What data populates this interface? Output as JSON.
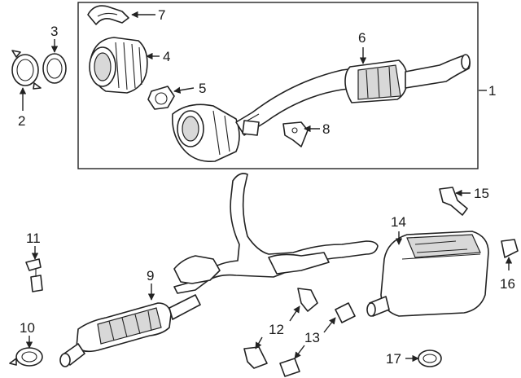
{
  "callouts": {
    "c1": "1",
    "c2": "2",
    "c3": "3",
    "c4": "4",
    "c5": "5",
    "c6": "6",
    "c7": "7",
    "c8": "8",
    "c9": "9",
    "c10": "10",
    "c11": "11",
    "c12": "12",
    "c13": "13",
    "c14": "14",
    "c15": "15",
    "c16": "16",
    "c17": "17"
  },
  "colors": {
    "line": "#222222",
    "shade": "#d8d8d8",
    "background": "#ffffff"
  }
}
